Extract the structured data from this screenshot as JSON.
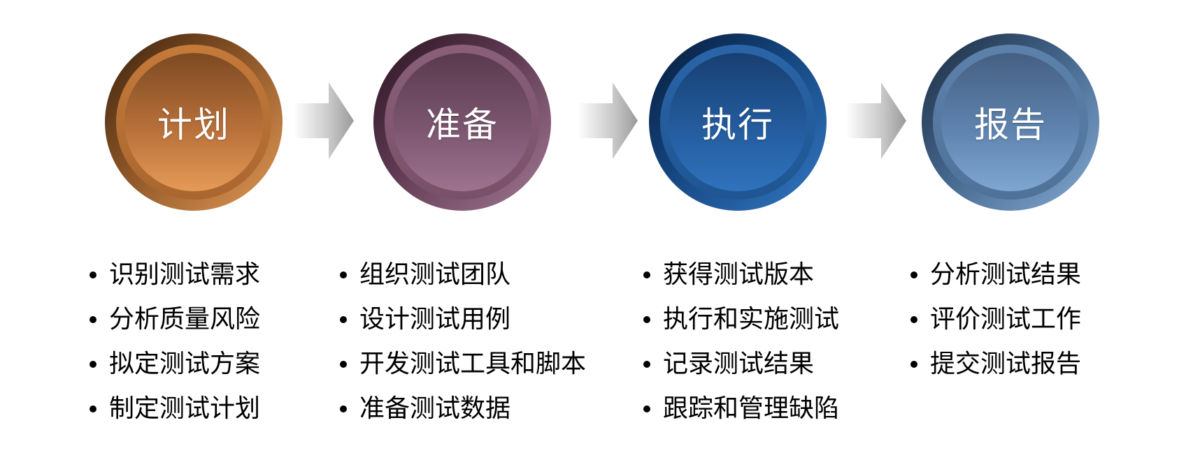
{
  "stages": [
    {
      "label": "计划",
      "items": [
        "识别测试需求",
        "分析质量风险",
        "拟定测试方案",
        "制定测试计划"
      ]
    },
    {
      "label": "准备",
      "items": [
        "组织测试团队",
        "设计测试用例",
        "开发测试工具和脚本",
        "准备测试数据"
      ]
    },
    {
      "label": "执行",
      "items": [
        "获得测试版本",
        "执行和实施测试",
        "记录测试结果",
        "跟踪和管理缺陷"
      ]
    },
    {
      "label": "报告",
      "items": [
        "分析测试结果",
        "评价测试工作",
        "提交测试报告"
      ]
    }
  ],
  "colors": {
    "plan": "#c47a3a",
    "prepare": "#8a5f79",
    "execute": "#2a65a8",
    "report": "#5c81ab",
    "arrow": "#b0b0b0"
  }
}
